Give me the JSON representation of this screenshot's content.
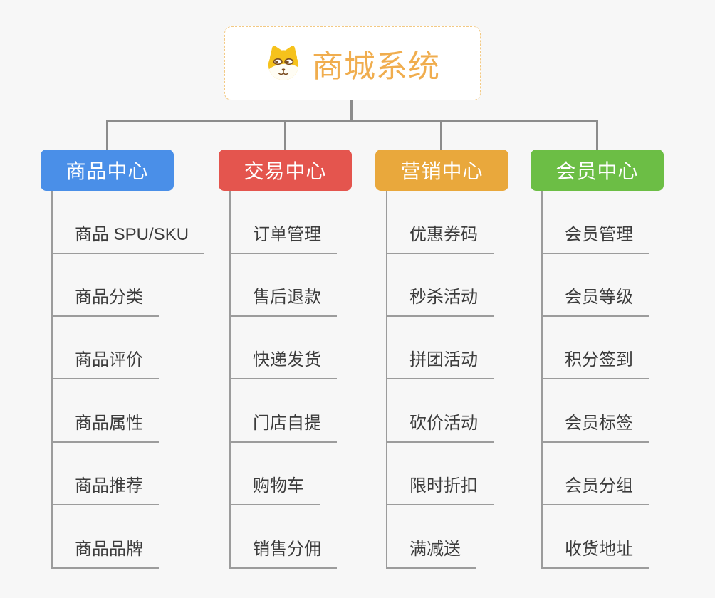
{
  "canvas": {
    "background_color": "#f7f7f7",
    "connector_color": "#8c8c8c",
    "branch_line_color": "#9c9c9c",
    "item_text_color": "#3c3c3c"
  },
  "root": {
    "title": "商城系统",
    "icon": "shiba-dog-face-icon",
    "title_color": "#f0ad4e",
    "border_color": "#f3c983"
  },
  "branches": [
    {
      "label": "商品中心",
      "color": "#4a8fe8",
      "items": [
        "商品 SPU/SKU",
        "商品分类",
        "商品评价",
        "商品属性",
        "商品推荐",
        "商品品牌"
      ]
    },
    {
      "label": "交易中心",
      "color": "#e4554e",
      "items": [
        "订单管理",
        "售后退款",
        "快递发货",
        "门店自提",
        "购物车",
        "销售分佣"
      ]
    },
    {
      "label": "营销中心",
      "color": "#e9a83c",
      "items": [
        "优惠券码",
        "秒杀活动",
        "拼团活动",
        "砍价活动",
        "限时折扣",
        "满减送"
      ]
    },
    {
      "label": "会员中心",
      "color": "#6cbe45",
      "items": [
        "会员管理",
        "会员等级",
        "积分签到",
        "会员标签",
        "会员分组",
        "收货地址"
      ]
    }
  ]
}
